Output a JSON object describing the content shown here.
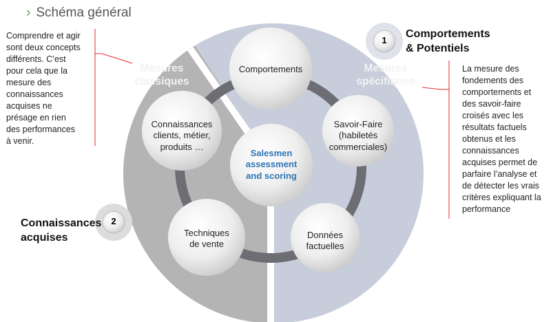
{
  "header": {
    "title": "Schéma général",
    "chevron_icon": "chevron-right-icon"
  },
  "left_note": "Comprendre et agir sont deux concepts différents. C’est pour cela que la mesure des connaissances acquises ne présage en rien des performances à venir.",
  "right_note": "La mesure des fondements des comportements et des savoir-faire croisés avec les résultats factuels obtenus et les connaissances acquises permet de parfaire l’analyse et de détecter les vrais critères expliquant la performance",
  "badge1": {
    "number": "1",
    "label_line1": "Comportements",
    "label_line2": "& Potentiels"
  },
  "badge2": {
    "number": "2",
    "label_line1": "Connaissances",
    "label_line2": "acquises"
  },
  "sections": {
    "classic_line1": "Mesures",
    "classic_line2": "classiques",
    "specific_line1": "Mesures",
    "specific_line2": "spécifiques"
  },
  "nodes": {
    "center": [
      "Salesmen",
      "assessment",
      "and scoring"
    ],
    "behaviors": "Comportements",
    "know_how": [
      "Savoir-Faire",
      "(habiletés",
      "commerciales)"
    ],
    "facts": [
      "Données",
      "factuelles"
    ],
    "techniques": [
      "Techniques",
      "de vente"
    ],
    "knowledge": [
      "Connaissances",
      "clients, métier,",
      "produits …"
    ]
  },
  "colors": {
    "specific": "#c7cdda",
    "classic": "#b4b4b4",
    "ring": "#6c6e74",
    "accent_line": "#e8262b",
    "center_text": "#2e75b6",
    "chevron": "#5aa33a"
  }
}
